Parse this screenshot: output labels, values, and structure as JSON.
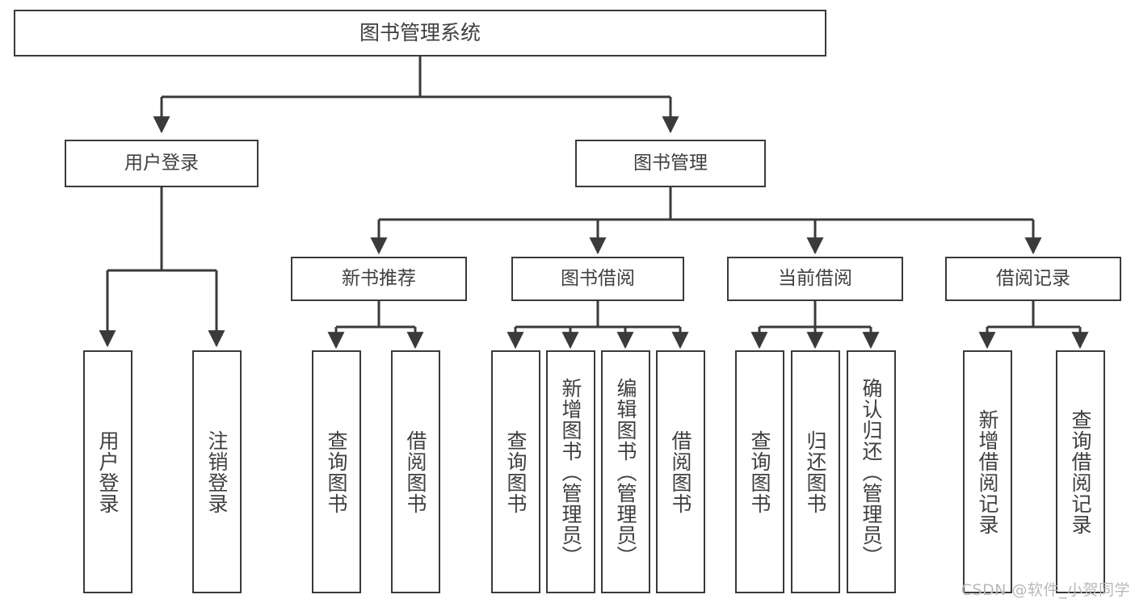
{
  "diagram": {
    "title": "图书管理系统",
    "watermark": "CSDN @软件_小贺同学",
    "colors": {
      "box_border": "#3a3a3a",
      "text": "#3f3f3f",
      "line": "#3a3a3a",
      "background": "#ffffff",
      "watermark": "#b9b9b9"
    },
    "root": {
      "label": "图书管理系统"
    },
    "level2": [
      {
        "id": "user-login",
        "label": "用户登录"
      },
      {
        "id": "book-manage",
        "label": "图书管理"
      }
    ],
    "level3": [
      {
        "id": "new-book-recommend",
        "label": "新书推荐"
      },
      {
        "id": "book-borrow",
        "label": "图书借阅"
      },
      {
        "id": "current-borrow",
        "label": "当前借阅"
      },
      {
        "id": "borrow-record",
        "label": "借阅记录"
      }
    ],
    "leaves": [
      {
        "id": "leaf-user-login",
        "parent": "user-login",
        "label": "用户登录"
      },
      {
        "id": "leaf-user-logout",
        "parent": "user-login",
        "label": "注销登录"
      },
      {
        "id": "leaf-query-book-1",
        "parent": "new-book-recommend",
        "label": "查询图书"
      },
      {
        "id": "leaf-borrow-book-1",
        "parent": "new-book-recommend",
        "label": "借阅图书"
      },
      {
        "id": "leaf-query-book-2",
        "parent": "book-borrow",
        "label": "查询图书"
      },
      {
        "id": "leaf-add-book",
        "parent": "book-borrow",
        "label": "新增图书（管理员）"
      },
      {
        "id": "leaf-edit-book",
        "parent": "book-borrow",
        "label": "编辑图书（管理员）"
      },
      {
        "id": "leaf-borrow-book-2",
        "parent": "book-borrow",
        "label": "借阅图书"
      },
      {
        "id": "leaf-query-book-3",
        "parent": "current-borrow",
        "label": "查询图书"
      },
      {
        "id": "leaf-return-book",
        "parent": "current-borrow",
        "label": "归还图书"
      },
      {
        "id": "leaf-confirm-return",
        "parent": "current-borrow",
        "label": "确认归还（管理员）"
      },
      {
        "id": "leaf-add-record",
        "parent": "borrow-record",
        "label": "新增借阅记录"
      },
      {
        "id": "leaf-query-record",
        "parent": "borrow-record",
        "label": "查询借阅记录"
      }
    ]
  }
}
